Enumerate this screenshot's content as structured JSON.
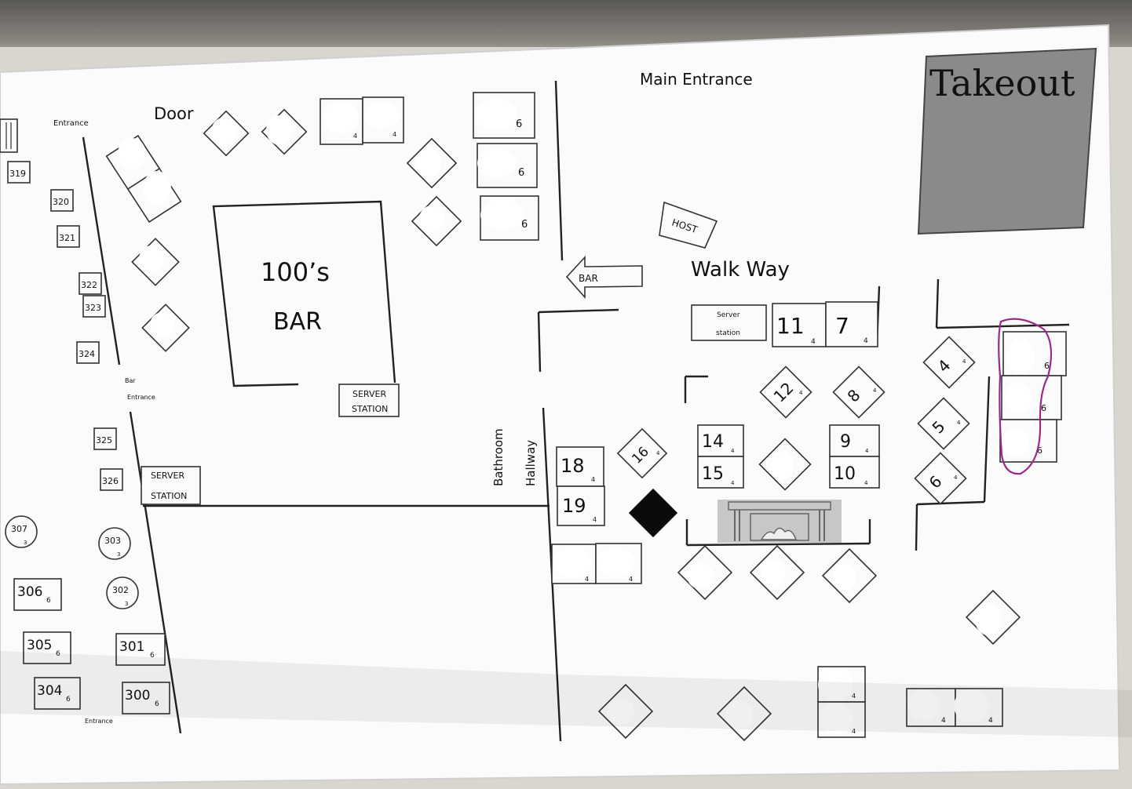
{
  "labels": {
    "main_entrance": "Main Entrance",
    "takeout": "Takeout",
    "door": "Door",
    "entrance_top": "Entrance",
    "bar_title_1": "100’s",
    "bar_title_2": "BAR",
    "bar_arrow": "BAR",
    "host": "HOST",
    "walk_way": "Walk Way",
    "server_station_small_1": "Server",
    "server_station_small_2": "station",
    "server_station_1a": "SERVER",
    "server_station_1b": "STATION",
    "server_station_2a": "SERVER",
    "server_station_2b": "STATION",
    "bar_entrance_1": "Bar",
    "bar_entrance_2": "Entrance",
    "bathroom": "Bathroom",
    "hallway": "Hallway",
    "entrance_bottom": "Entrance"
  },
  "tables": {
    "t319": "319",
    "t320": "320",
    "t321": "321",
    "t322": "322",
    "t323": "323",
    "t324": "324",
    "t325": "325",
    "t326": "326",
    "t307": "307",
    "t307c": "3",
    "t303": "303",
    "t303c": "3",
    "t302": "302",
    "t302c": "3",
    "t306": "306",
    "t306c": "6",
    "t305": "305",
    "t305c": "6",
    "t304": "304",
    "t304c": "6",
    "t301": "301",
    "t301c": "6",
    "t300": "300",
    "t300c": "6",
    "t18": "18",
    "t18c": "4",
    "t19": "19",
    "t19c": "4",
    "t16": "16",
    "t16c": "4",
    "t14": "14",
    "t14c": "4",
    "t15": "15",
    "t15c": "4",
    "t12": "12",
    "t12c": "4",
    "t8": "8",
    "t8c": "4",
    "t9": "9",
    "t9c": "4",
    "t10": "10",
    "t10c": "4",
    "t11": "11",
    "t11c": "4",
    "t7": "7",
    "t7c": "4",
    "t4": "4",
    "t4c": "4",
    "t5": "5",
    "t5c": "4",
    "t6": "6",
    "t6c": "4",
    "cap6": "6",
    "cap4": "4"
  },
  "colors": {
    "takeout_fill": "#8a8a8a",
    "annotation_loop": "#9b2a8a",
    "sheet": "#fbfbfb"
  },
  "icons": [
    "fireplace-icon",
    "blocked-table-marker",
    "direction-arrow-icon"
  ]
}
